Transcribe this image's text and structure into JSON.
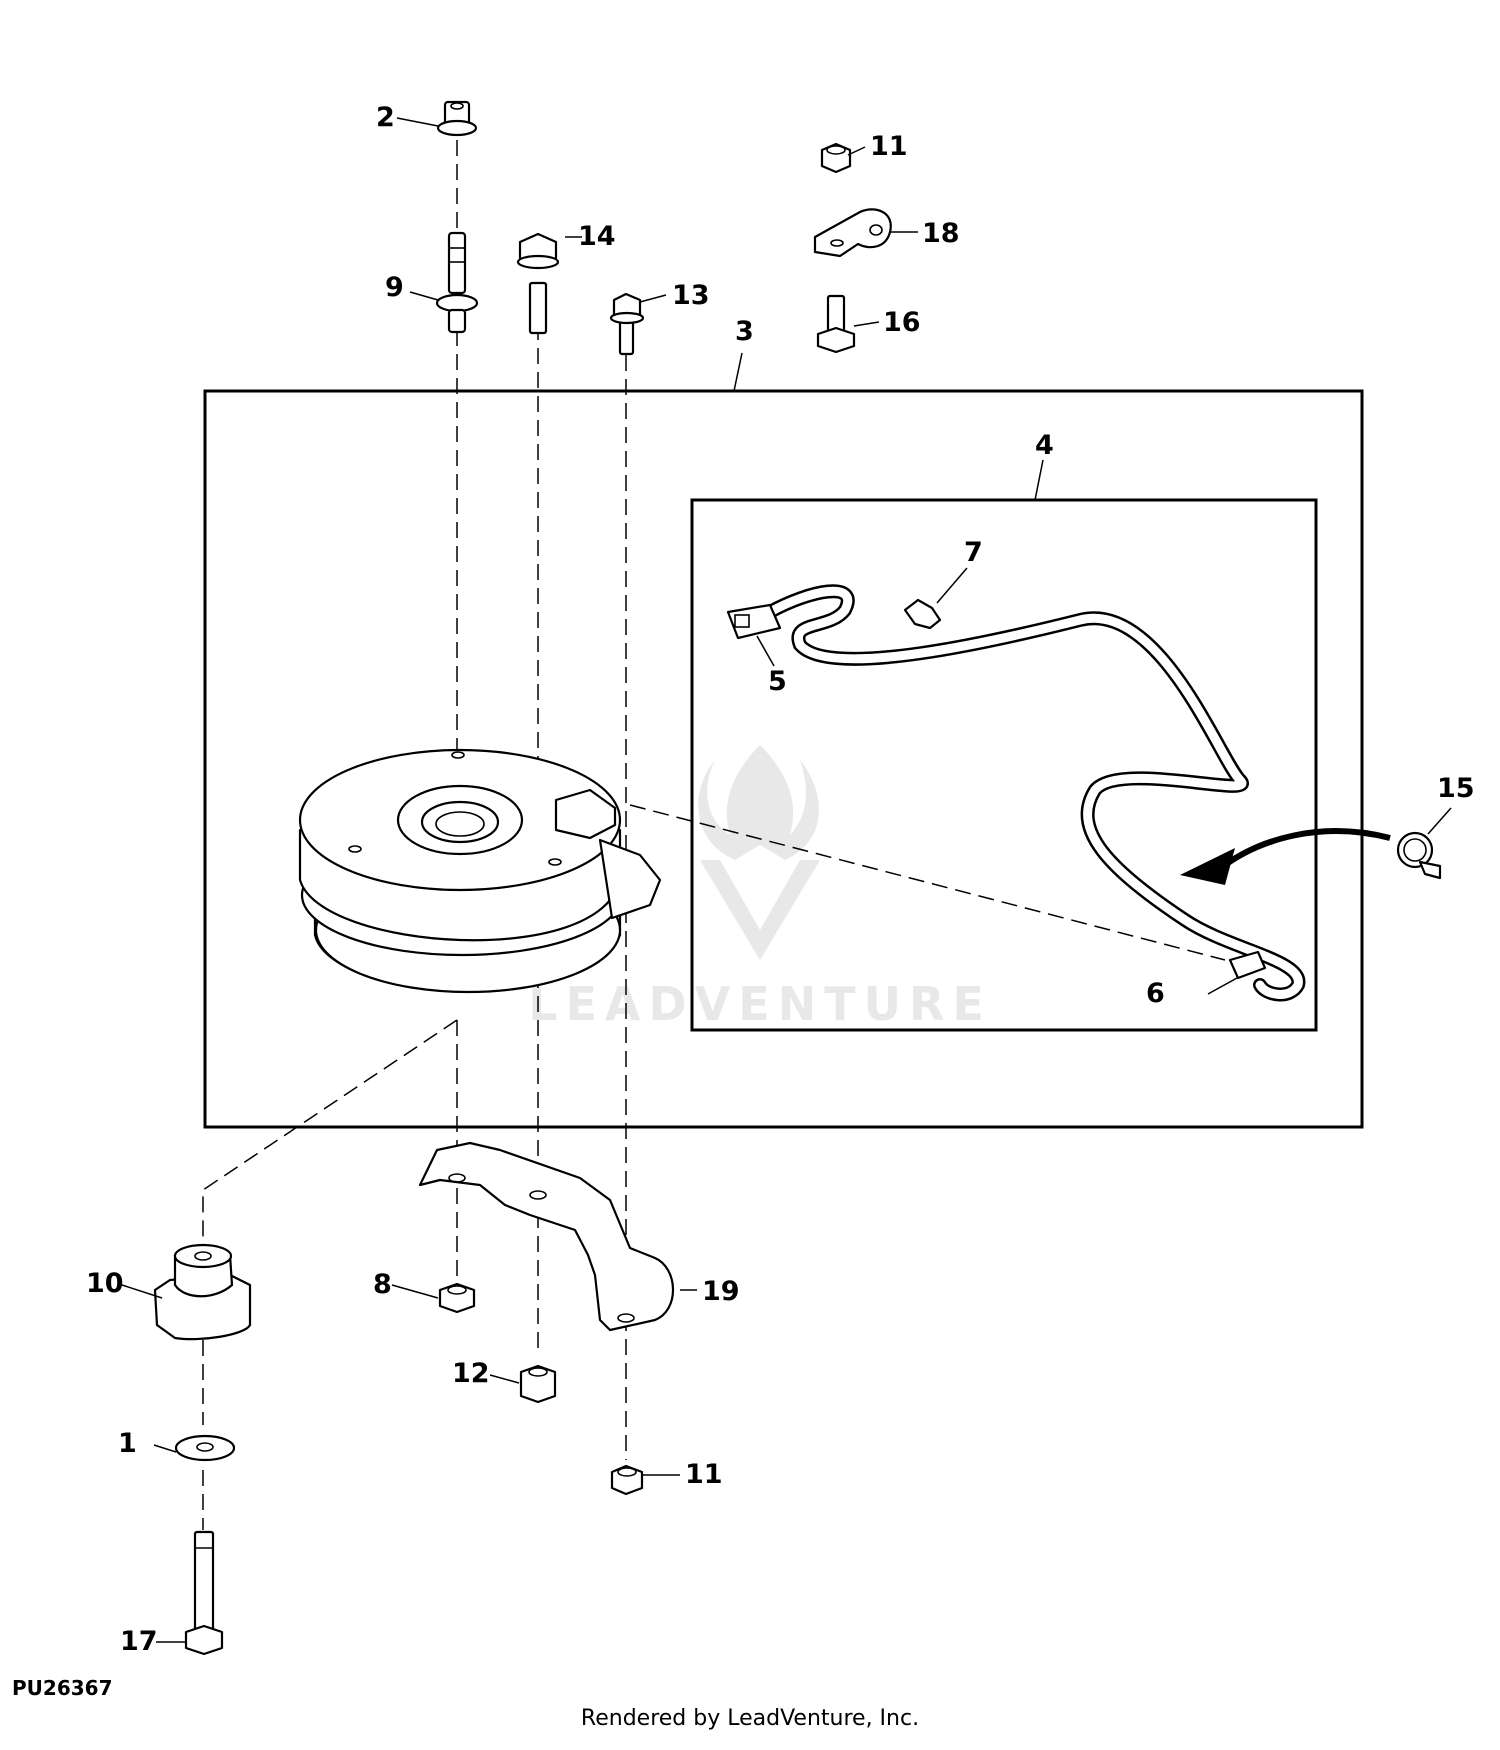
{
  "figure_code": "PU26367",
  "footer": "Rendered by LeadVenture, Inc.",
  "watermark": "LEADVENTURE",
  "callouts": {
    "c1": "1",
    "c2": "2",
    "c3": "3",
    "c4": "4",
    "c5": "5",
    "c6": "6",
    "c7": "7",
    "c8": "8",
    "c9": "9",
    "c10": "10",
    "c11a": "11",
    "c11b": "11",
    "c12": "12",
    "c13": "13",
    "c14": "14",
    "c15": "15",
    "c16": "16",
    "c17": "17",
    "c18": "18",
    "c19": "19"
  }
}
